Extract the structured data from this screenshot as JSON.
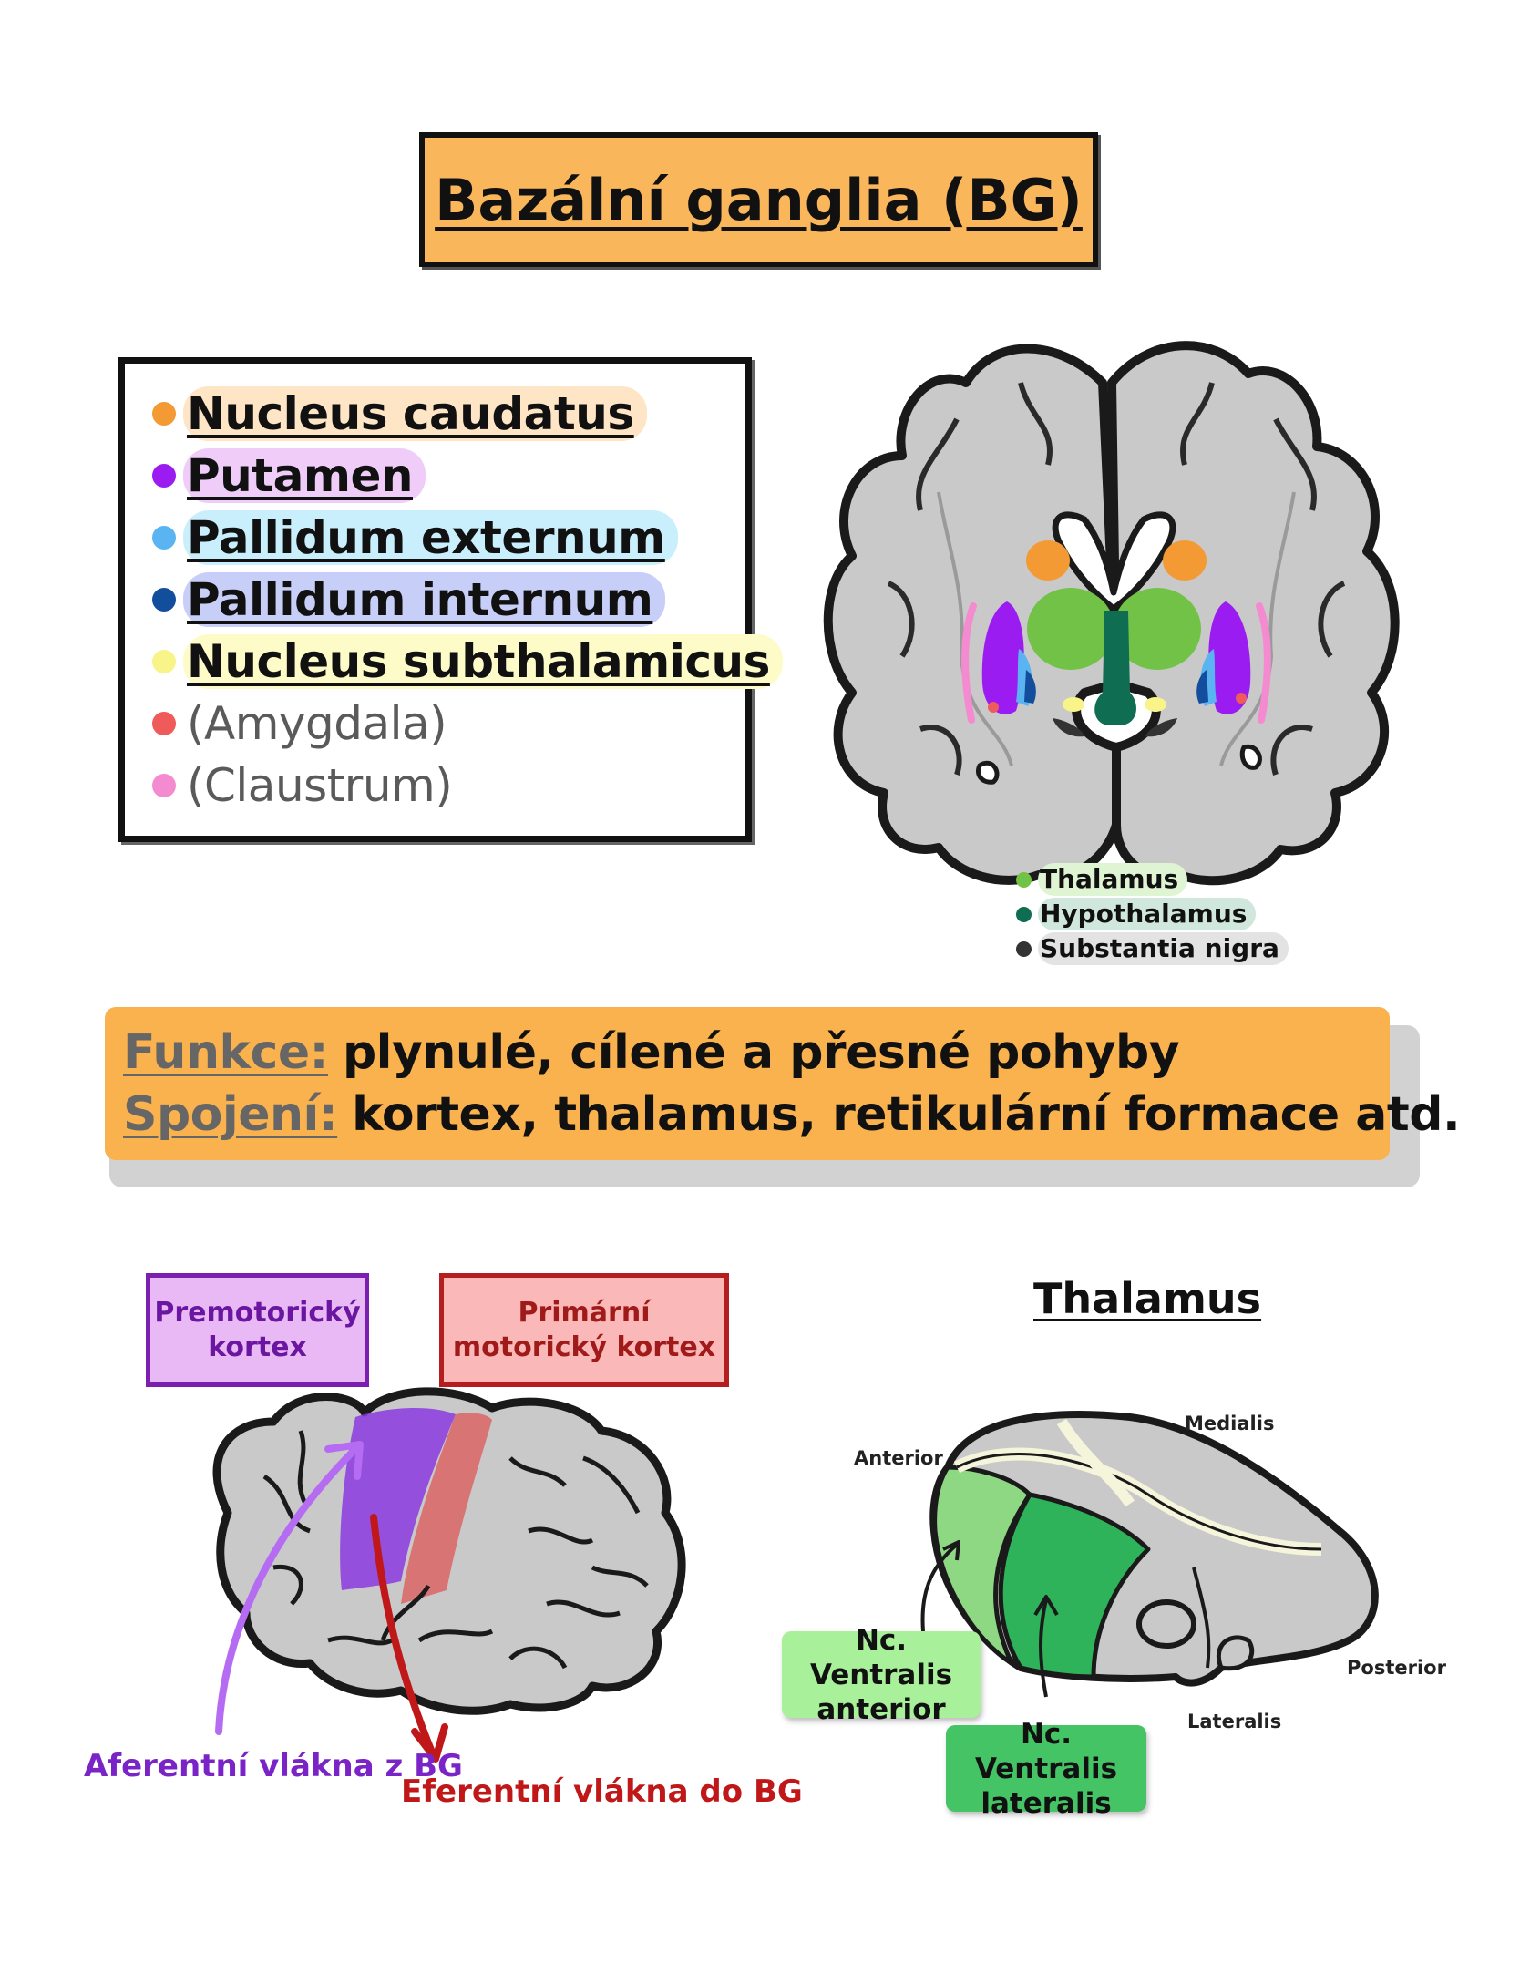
{
  "title": "Bazální ganglia (BG)",
  "legend": [
    {
      "label": "Nucleus caudatus",
      "dot": "#f39a35",
      "bg": "#fde5c6",
      "style": "ul"
    },
    {
      "label": "Putamen",
      "dot": "#9b1cf0",
      "bg": "#efcdf8",
      "style": "ul"
    },
    {
      "label": "Pallidum externum",
      "dot": "#5ab4f2",
      "bg": "#c9effd",
      "style": "ul"
    },
    {
      "label": "Pallidum internum",
      "dot": "#134e9c",
      "bg": "#c7cef8",
      "style": "ul"
    },
    {
      "label": "Nucleus subthalamicus",
      "dot": "#f8f489",
      "bg": "#fdfcc8",
      "style": "ul"
    },
    {
      "label": "(Amygdala)",
      "dot": "#ef5a5a",
      "bg": "transparent",
      "style": "grey"
    },
    {
      "label": "(Claustrum)",
      "dot": "#f48bd0",
      "bg": "transparent",
      "style": "grey"
    }
  ],
  "small_legend": [
    {
      "label": "Thalamus",
      "dot": "#72c247",
      "bg": "#dff4d3"
    },
    {
      "label": "Hypothalamus",
      "dot": "#0f6e52",
      "bg": "#cfe7dc"
    },
    {
      "label": "Substantia nigra",
      "dot": "#333333",
      "bg": "#e3e3e3"
    }
  ],
  "info": {
    "funkce_key": "Funkce:",
    "funkce_val": "plynulé, cílené a přesné pohyby",
    "spojeni_key": "Spojení:",
    "spojeni_val": "kortex, thalamus, retikulární formace atd."
  },
  "cortex": {
    "premotor": "Premotorický kortex",
    "primary": "Primární motorický kortex",
    "afferent": "Aferentní vlákna z BG",
    "efferent": "Eferentní vlákna do BG"
  },
  "thalamus": {
    "title": "Thalamus",
    "medialis": "Medialis",
    "anterior": "Anterior",
    "posterior": "Posterior",
    "lateralis": "Lateralis",
    "va": "Nc. Ventralis anterior",
    "vl": "Nc. Ventralis lateralis"
  },
  "colors": {
    "orange": "#f9b24d",
    "brain_grey": "#c9c9c9"
  }
}
